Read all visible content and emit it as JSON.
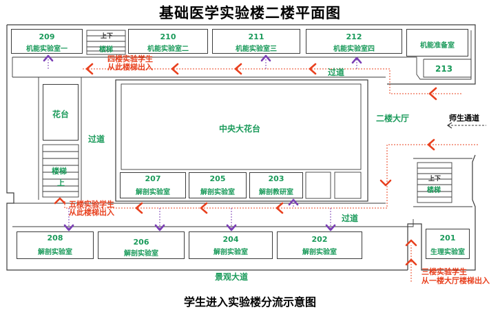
{
  "title": "基础医学实验楼二楼平面图",
  "subtitle": "学生进入实验楼分流示意图",
  "rooms": {
    "r209": {
      "number": "209",
      "name": "机能实验室一"
    },
    "r210": {
      "number": "210",
      "name": "机能实验室二"
    },
    "r211": {
      "number": "211",
      "name": "机能实验室三"
    },
    "r212": {
      "number": "212",
      "name": "机能实验室四"
    },
    "r_prep": {
      "name": "机能准备室"
    },
    "r213": {
      "number": "213"
    },
    "r207": {
      "number": "207",
      "name": "解剖实验室"
    },
    "r205": {
      "number": "205",
      "name": "解剖实验室"
    },
    "r203": {
      "number": "203",
      "name": "解剖教研室"
    },
    "r208": {
      "number": "208",
      "name": "解剖实验室"
    },
    "r206": {
      "number": "206",
      "name": "解剖实验室"
    },
    "r204": {
      "number": "204",
      "name": "解剖实验室"
    },
    "r202": {
      "number": "202",
      "name": "解剖实验室"
    },
    "r201": {
      "number": "201",
      "name": "生理实验室"
    }
  },
  "areas": {
    "central_garden": "中央大花台",
    "flower_bed": "花台",
    "corridor_left": "过道",
    "corridor_top": "过道",
    "corridor_bottom": "过道",
    "hall": "二楼大厅",
    "landscape_road": "景观大道",
    "stairs_top": {
      "line1": "上下",
      "line2": "楼梯"
    },
    "stairs_left": {
      "line1": "楼梯",
      "line2": "上"
    },
    "stairs_right": {
      "line1": "上下",
      "line2": "楼梯"
    }
  },
  "notes": {
    "fourth_floor": {
      "line1": "四楼实验学生",
      "line2": "从此楼梯出入"
    },
    "fifth_floor": {
      "line1": "五楼实验学生",
      "line2": "从此楼梯出入"
    },
    "third_floor": {
      "line1": "三楼实验学生",
      "line2": "从一楼大厅楼梯出入"
    },
    "staff_passage": "师生通道"
  },
  "colors": {
    "room_text": "#1a9a5a",
    "orange_arrow": "#e8401e",
    "purple_arrow": "#7b3fb5",
    "wall": "#3a3a3a"
  }
}
